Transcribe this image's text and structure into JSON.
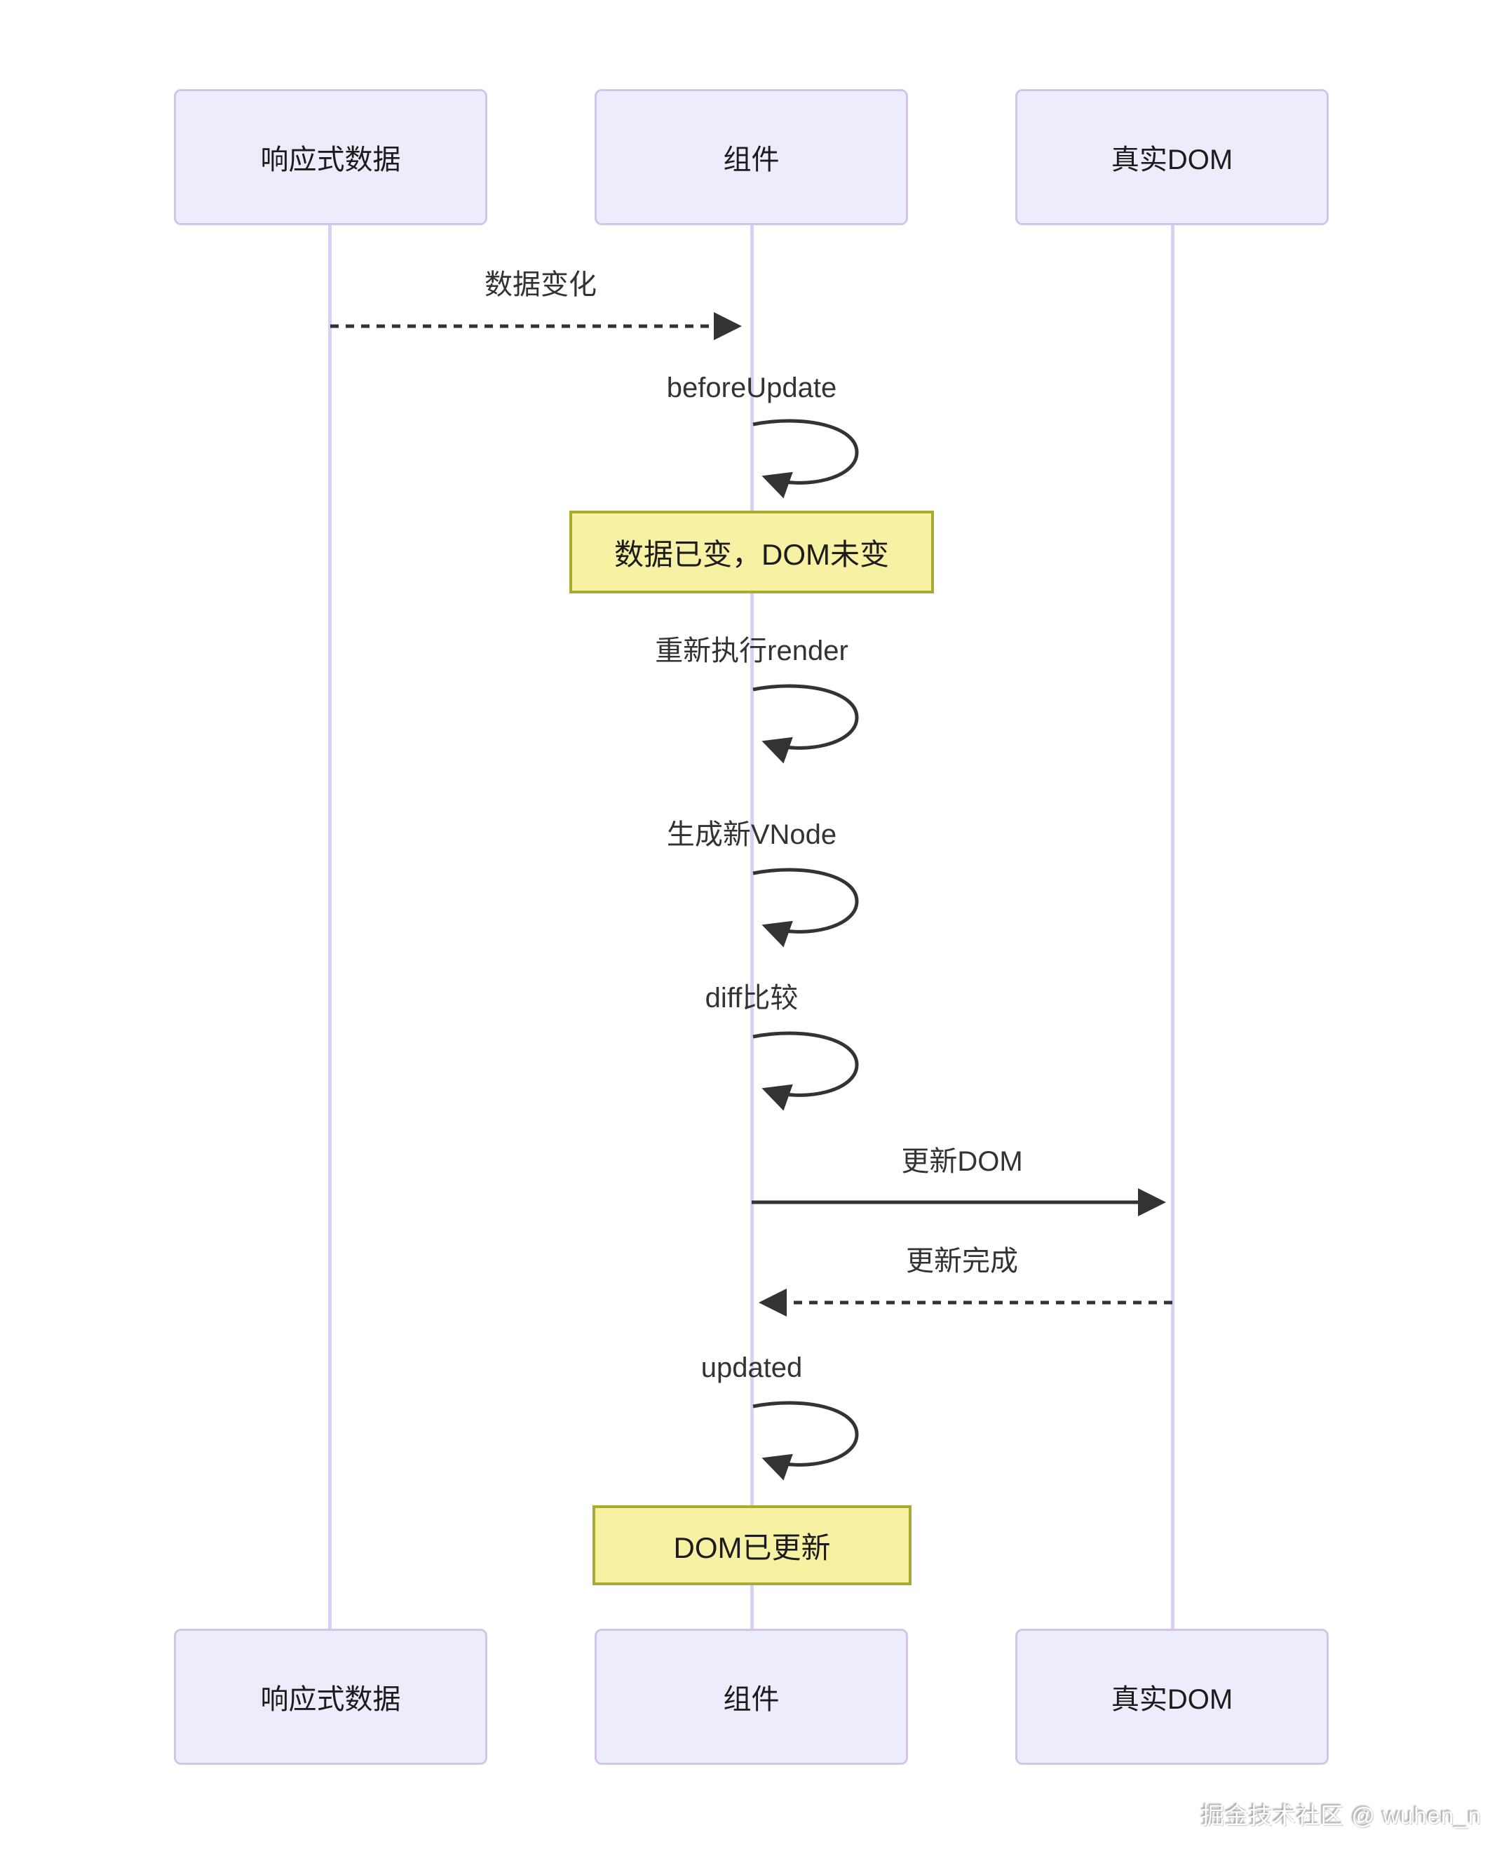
{
  "diagram": {
    "type": "sequence-diagram",
    "actors": [
      {
        "id": "reactive-data",
        "label": "响应式数据"
      },
      {
        "id": "component",
        "label": "组件"
      },
      {
        "id": "real-dom",
        "label": "真实DOM"
      }
    ],
    "messages": [
      {
        "id": "data-change",
        "label": "数据变化",
        "type": "dashed-arrow",
        "from": "响应式数据",
        "to": "组件"
      },
      {
        "id": "before-update",
        "label": "beforeUpdate",
        "type": "self-loop",
        "actor": "组件"
      },
      {
        "id": "note-1",
        "label": "数据已变，DOM未变",
        "type": "note",
        "over": "组件"
      },
      {
        "id": "re-render",
        "label": "重新执行render",
        "type": "self-loop",
        "actor": "组件"
      },
      {
        "id": "new-vnode",
        "label": "生成新VNode",
        "type": "self-loop",
        "actor": "组件"
      },
      {
        "id": "diff-compare",
        "label": "diff比较",
        "type": "self-loop",
        "actor": "组件"
      },
      {
        "id": "update-dom",
        "label": "更新DOM",
        "type": "solid-arrow",
        "from": "组件",
        "to": "真实DOM"
      },
      {
        "id": "update-done",
        "label": "更新完成",
        "type": "dashed-arrow",
        "from": "真实DOM",
        "to": "组件"
      },
      {
        "id": "updated",
        "label": "updated",
        "type": "self-loop",
        "actor": "组件"
      },
      {
        "id": "note-2",
        "label": "DOM已更新",
        "type": "note",
        "over": "组件"
      }
    ],
    "watermark": "掘金技术社区 @ wuhen_n",
    "colors": {
      "actor_fill": "#ECECFB",
      "actor_border": "#CFC7E8",
      "lifeline": "#D8D2F0",
      "note_fill": "#F7F1A4",
      "note_border": "#AAAA33",
      "line": "#333333",
      "text": "#1c1c1c",
      "background": "#FFFFFF"
    }
  }
}
